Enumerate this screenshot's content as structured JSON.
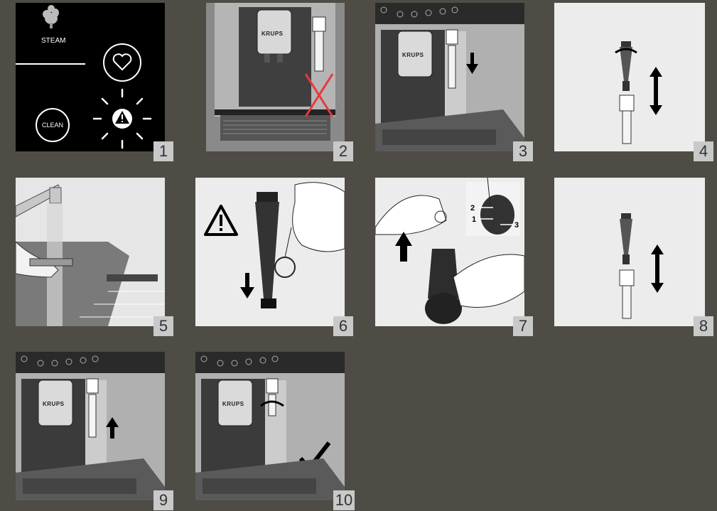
{
  "panels": [
    {
      "step": "1",
      "labels": {
        "steam": "STEAM",
        "clean": "CLEAN"
      }
    },
    {
      "step": "2",
      "brand": "KRUPS"
    },
    {
      "step": "3",
      "brand": "KRUPS"
    },
    {
      "step": "4"
    },
    {
      "step": "5"
    },
    {
      "step": "6"
    },
    {
      "step": "7",
      "callouts": [
        "2",
        "1",
        "3"
      ]
    },
    {
      "step": "8"
    },
    {
      "step": "9",
      "brand": "KRUPS"
    },
    {
      "step": "10",
      "brand": "KRUPS"
    }
  ],
  "icons": [
    "steam-icon",
    "heart-icon",
    "warning-icon",
    "cross-icon",
    "down-arrow-icon",
    "up-arrow-icon",
    "double-arrow-icon",
    "rotate-icon",
    "water-tap-icon",
    "check-icon"
  ],
  "colors": {
    "background": "#4e4c44",
    "panel": "#ececec",
    "number_tab": "#c9c9c9",
    "cross": "#e8393a"
  }
}
